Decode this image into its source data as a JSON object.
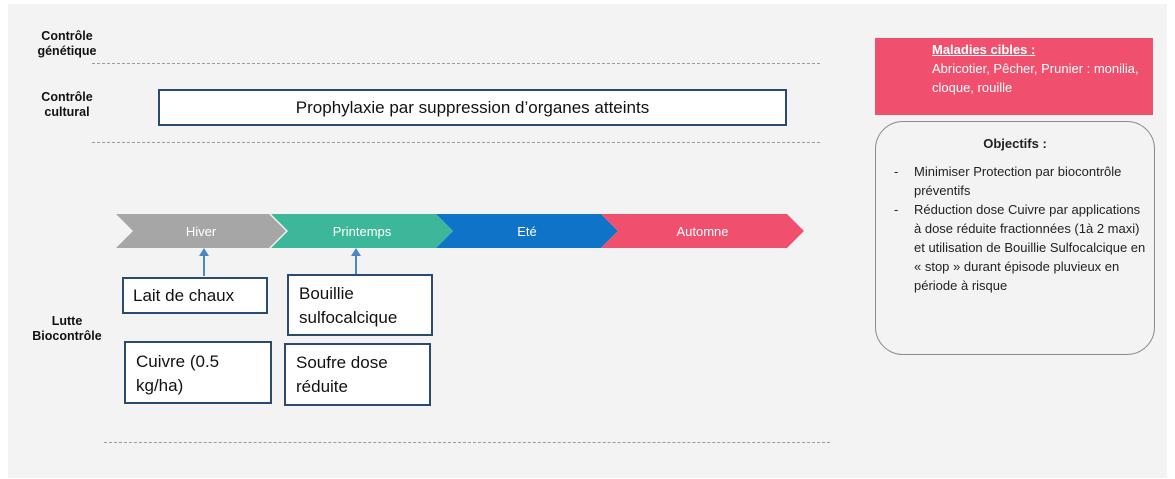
{
  "rows": {
    "genetic": "Contrôle génétique",
    "cultural": "Contrôle cultural",
    "biocontrol": "Lutte Biocontrôle"
  },
  "cultural_box": "Prophylaxie par suppression d’organes atteints",
  "seasons": [
    {
      "label": "Hiver",
      "color": "#a6a6a6"
    },
    {
      "label": "Printemps",
      "color": "#3cb79a"
    },
    {
      "label": "Eté",
      "color": "#0f74c8"
    },
    {
      "label": "Automne",
      "color": "#f0506e"
    }
  ],
  "treatments": {
    "lait": "Lait de chaux",
    "bouillie": "Bouillie sulfocalcique",
    "cuivre": "Cuivre (0.5 kg/ha)",
    "soufre": "Soufre dose réduite"
  },
  "targets": {
    "title": "Maladies cibles :",
    "text": "Abricotier, Pêcher, Prunier : monilia, cloque, rouille"
  },
  "objectives": {
    "title": "Objectifs :",
    "items": [
      "Minimiser Protection par biocontrôle préventifs",
      "Réduction dose Cuivre par applications à dose réduite fractionnées (1à 2 maxi) et utilisation de Bouillie Sulfocalcique en « stop » durant épisode pluvieux en période à risque"
    ]
  }
}
